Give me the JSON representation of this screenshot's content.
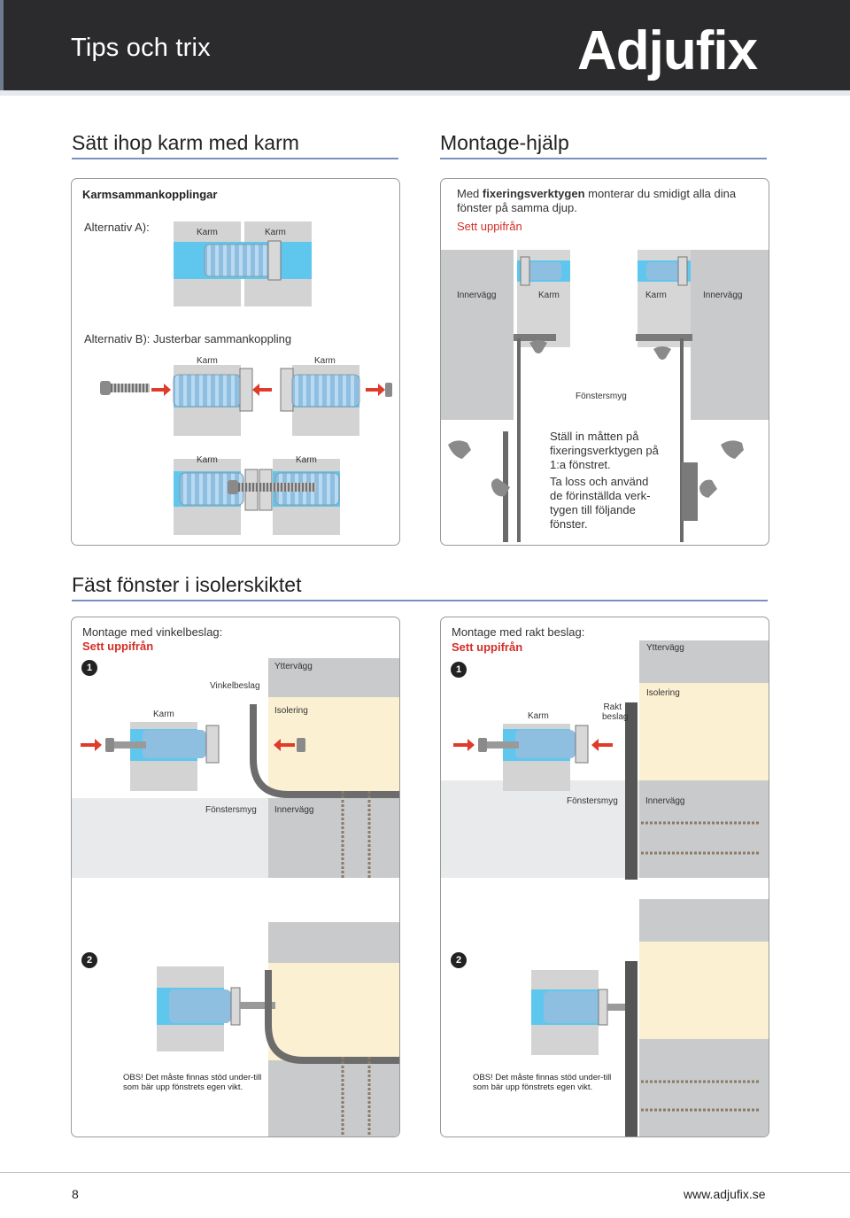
{
  "header": {
    "title": "Tips och trix",
    "brand": "Adjufix"
  },
  "sections": {
    "left_title": "Sätt ihop karm med karm",
    "right_title": "Montage-hjälp",
    "bottom_title": "Fäst fönster i isolerskiktet"
  },
  "panel_karm": {
    "heading": "Karmsammankopplingar",
    "alt_a": "Alternativ A):",
    "alt_b": "Alternativ B): Justerbar sammankoppling",
    "karm": "Karm"
  },
  "panel_montage": {
    "intro_pre": "Med ",
    "intro_bold": "fixeringsverktygen",
    "intro_post": " monterar du smidigt alla dina fönster på samma djup.",
    "sett": "Sett uppifrån",
    "innervagg": "Innervägg",
    "karm": "Karm",
    "fonstersmyg": "Fönstersmyg",
    "instr1": "Ställ in måtten på fixeringsverktygen på 1:a fönstret.",
    "instr2": "Ta loss och använd de förinställda verk-tygen till följande fönster."
  },
  "panel_vinkel": {
    "heading": "Montage med vinkelbeslag:",
    "sett": "Sett uppifrån",
    "step1": "1",
    "step2": "2",
    "yttervagg": "Yttervägg",
    "vinkelbeslag": "Vinkelbeslag",
    "isolering": "Isolering",
    "karm": "Karm",
    "fonstersmyg": "Fönstersmyg",
    "innervagg": "Innervägg",
    "obs": "OBS! Det måste finnas stöd under-till som bär upp fönstrets egen vikt."
  },
  "panel_rakt": {
    "heading": "Montage med rakt beslag:",
    "sett": "Sett uppifrån",
    "step1": "1",
    "step2": "2",
    "yttervagg": "Yttervägg",
    "isolering": "Isolering",
    "rakt1": "Rakt",
    "rakt2": "beslag",
    "karm": "Karm",
    "fonstersmyg": "Fönstersmyg",
    "innervagg": "Innervägg",
    "obs": "OBS! Det måste finnas stöd under-till som bär upp fönstrets egen vikt."
  },
  "footer": {
    "page": "8",
    "url": "www.adjufix.se"
  },
  "colors": {
    "header_bg": "#2b2b2d",
    "accent_rule": "#7d8fc0",
    "red_text": "#d32e27",
    "karm_blue": "#5fc7ee",
    "wall_gray": "#c9cacb",
    "insulation": "#fcf0d2"
  }
}
